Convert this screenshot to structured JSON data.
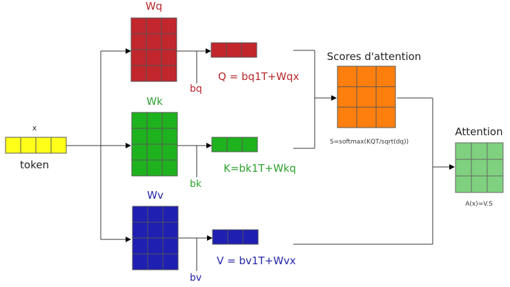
{
  "input": {
    "top_label": "x",
    "bottom_label": "token",
    "color": "#ffff1a"
  },
  "query": {
    "matrix_label": "Wq",
    "bias_label": "bq",
    "equation": "Q = bq1T+Wqx",
    "color": "#c1272d",
    "text_color": "#b5262a"
  },
  "key": {
    "matrix_label": "Wk",
    "bias_label": "bk",
    "equation": "K=bk1T+Wkq",
    "color": "#1fb21f",
    "text_color": "#2ca02c"
  },
  "value": {
    "matrix_label": "Wv",
    "bias_label": "bv",
    "equation": "V = bv1T+Wvx",
    "color": "#1f1fb2",
    "text_color": "#2323a8"
  },
  "scores": {
    "title": "Scores d'attention",
    "formula": "S=softmax(KQT/sqrt(dq))",
    "color": "#ff7f0e"
  },
  "attention": {
    "title": "Attention",
    "formula": "A(x)=V.S",
    "color": "#7fd07f"
  }
}
